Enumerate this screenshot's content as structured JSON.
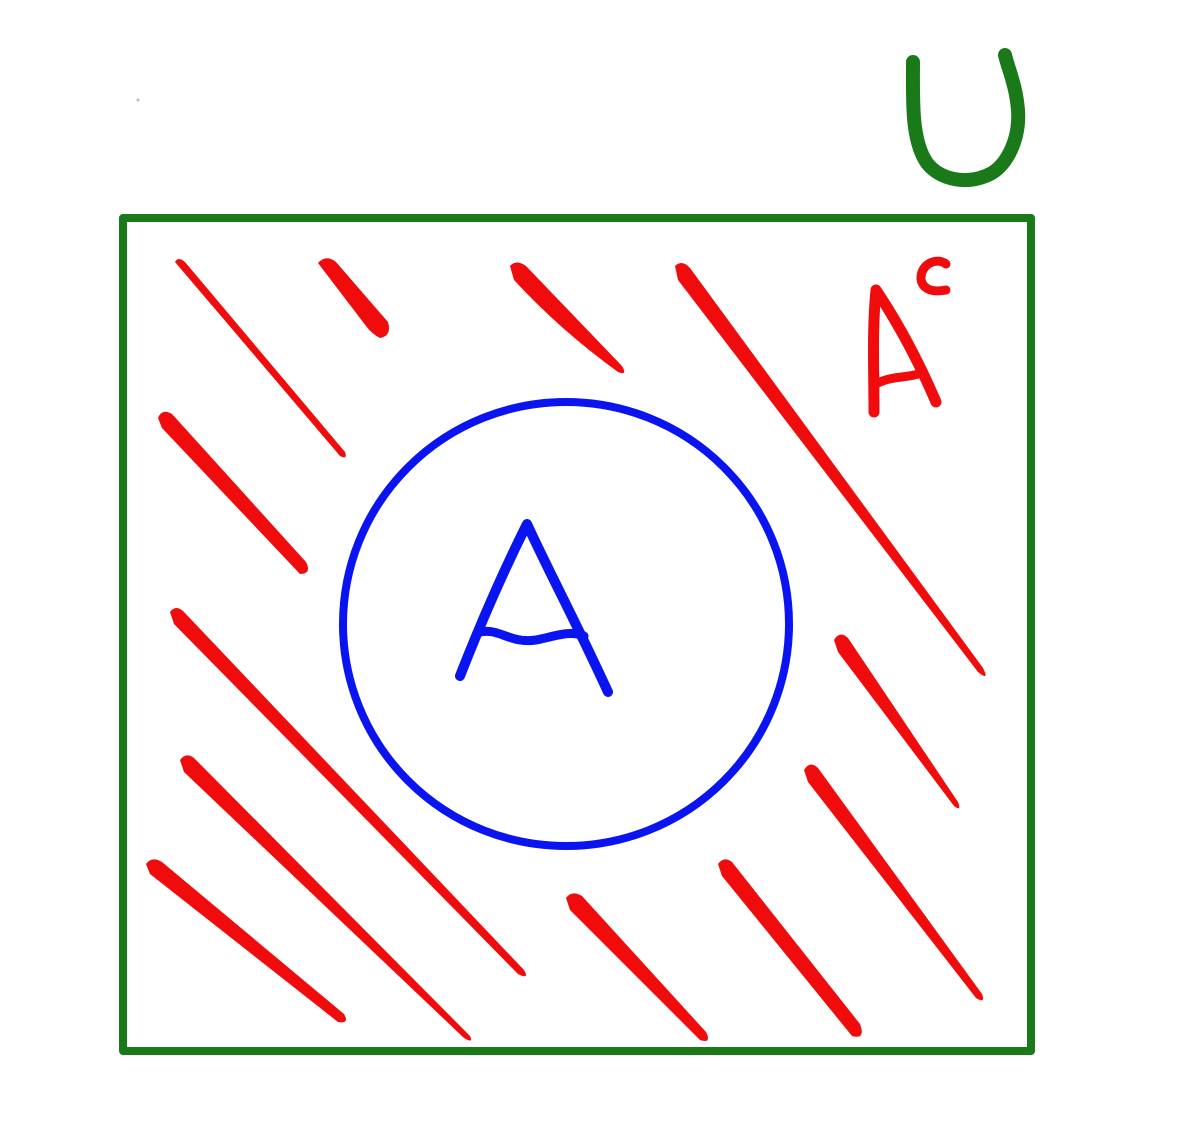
{
  "universe": {
    "label": "U",
    "color": "#1a7a1a"
  },
  "set_a": {
    "label": "A",
    "color": "#0a14f0"
  },
  "complement": {
    "label": "A",
    "superscript": "c",
    "color": "#f00c0c"
  },
  "background": "#ffffff"
}
